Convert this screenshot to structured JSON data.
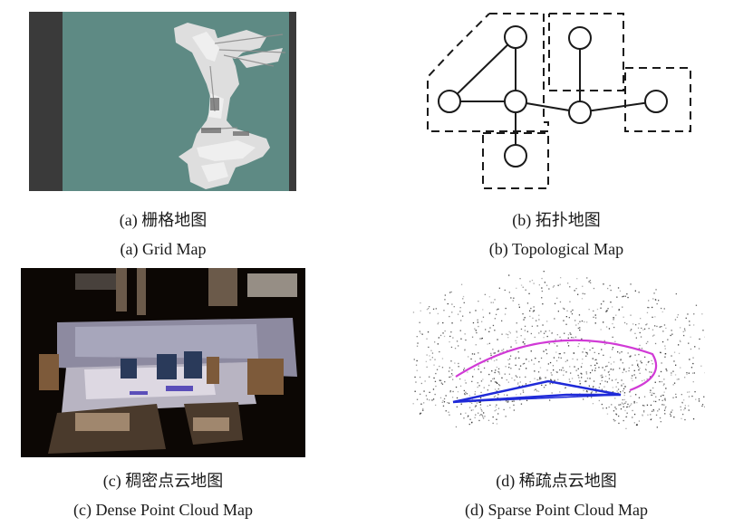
{
  "panels": [
    {
      "id": "a",
      "caption_cn": "(a) 栅格地图",
      "caption_en": "(a) Grid Map"
    },
    {
      "id": "b",
      "caption_cn": "(b) 拓扑地图",
      "caption_en": "(b) Topological Map"
    },
    {
      "id": "c",
      "caption_cn": "(c) 稠密点云地图",
      "caption_en": "(c) Dense Point Cloud Map"
    },
    {
      "id": "d",
      "caption_cn": "(d) 稀疏点云地图",
      "caption_en": "(d) Sparse Point Cloud Map"
    }
  ],
  "colors": {
    "grid_background": "#5e8a84",
    "grid_border": "#3a3a3a",
    "free_space": "#d9d9d9",
    "node_stroke": "#1a1a1a",
    "dense_background": "#0c0704",
    "sparse_trajectory_magenta": "#d13ad6",
    "sparse_trajectory_blue": "#1f2ad8"
  }
}
